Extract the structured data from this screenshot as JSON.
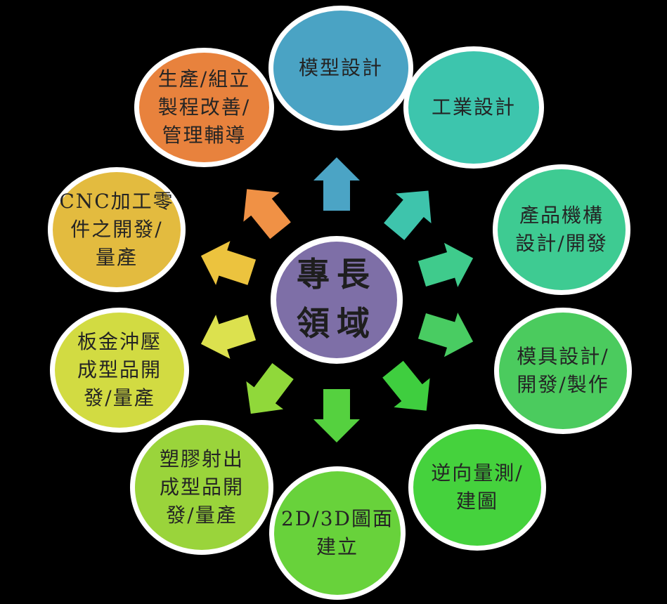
{
  "background_color": "#000000",
  "ring_color": "#ffffff",
  "text_color": "#242424",
  "center": {
    "label": "專長領域",
    "lines": [
      "專長",
      "領域"
    ],
    "color": "#7E6FA7"
  },
  "circles": [
    {
      "id": "model-design",
      "label": "模型設計",
      "lines": [
        "模型設計"
      ],
      "color": "#4AA3C4"
    },
    {
      "id": "industrial-design",
      "label": "工業設計",
      "lines": [
        "工業設計"
      ],
      "color": "#3DC5AD"
    },
    {
      "id": "product-mechanism",
      "label": "產品機構設計/開發",
      "lines": [
        "產品機構",
        "設計/開發"
      ],
      "color": "#3ECB92"
    },
    {
      "id": "mold-design",
      "label": "模具設計/開發/製作",
      "lines": [
        "模具設計/",
        "開發/製作"
      ],
      "color": "#4BCB5E"
    },
    {
      "id": "reverse-measurement",
      "label": "逆向量測/建圖",
      "lines": [
        "逆向量測/",
        "建圖"
      ],
      "color": "#45D23D"
    },
    {
      "id": "2d3d-drawing",
      "label": "2D/3D圖面建立",
      "lines": [
        "2D/3D圖面",
        "建立"
      ],
      "color": "#68D23B"
    },
    {
      "id": "plastic-injection",
      "label": "塑膠射出成型品開發/量產",
      "lines": [
        "塑膠射出",
        "成型品開",
        "發/量產"
      ],
      "color": "#9AD43B"
    },
    {
      "id": "sheet-metal-stamping",
      "label": "板金沖壓成型品開發/量產",
      "lines": [
        "板金沖壓",
        "成型品開",
        "發/量產"
      ],
      "color": "#D2DB42"
    },
    {
      "id": "cnc-machining",
      "label": "CNC加工零件之開發/量產",
      "lines": [
        "CNC加工零",
        "件之開發/",
        "量產"
      ],
      "color": "#E3BB3F"
    },
    {
      "id": "production-improvement",
      "label": "生產/組立製程改善/管理輔導",
      "lines": [
        "生產/組立",
        "製程改善/",
        "管理輔導"
      ],
      "color": "#E8823D"
    }
  ],
  "arrows": [
    {
      "to": "model-design",
      "direction": "up",
      "color": "#4BA4C5"
    },
    {
      "to": "industrial-design",
      "direction": "up-right",
      "color": "#3EC4AC"
    },
    {
      "to": "product-mechanism",
      "direction": "right-up",
      "color": "#3FCB8C"
    },
    {
      "to": "mold-design",
      "direction": "right-down",
      "color": "#49CC62"
    },
    {
      "to": "reverse-measurement",
      "direction": "down-right",
      "color": "#3FCE3F"
    },
    {
      "to": "2d3d-drawing",
      "direction": "down",
      "color": "#55D13F"
    },
    {
      "to": "plastic-injection",
      "direction": "down-left",
      "color": "#90D83A"
    },
    {
      "to": "sheet-metal-stamping",
      "direction": "left-down",
      "color": "#DCE14E"
    },
    {
      "to": "cnc-machining",
      "direction": "left-up",
      "color": "#ECC33E"
    },
    {
      "to": "production-improvement",
      "direction": "up-left",
      "color": "#F09145"
    }
  ]
}
